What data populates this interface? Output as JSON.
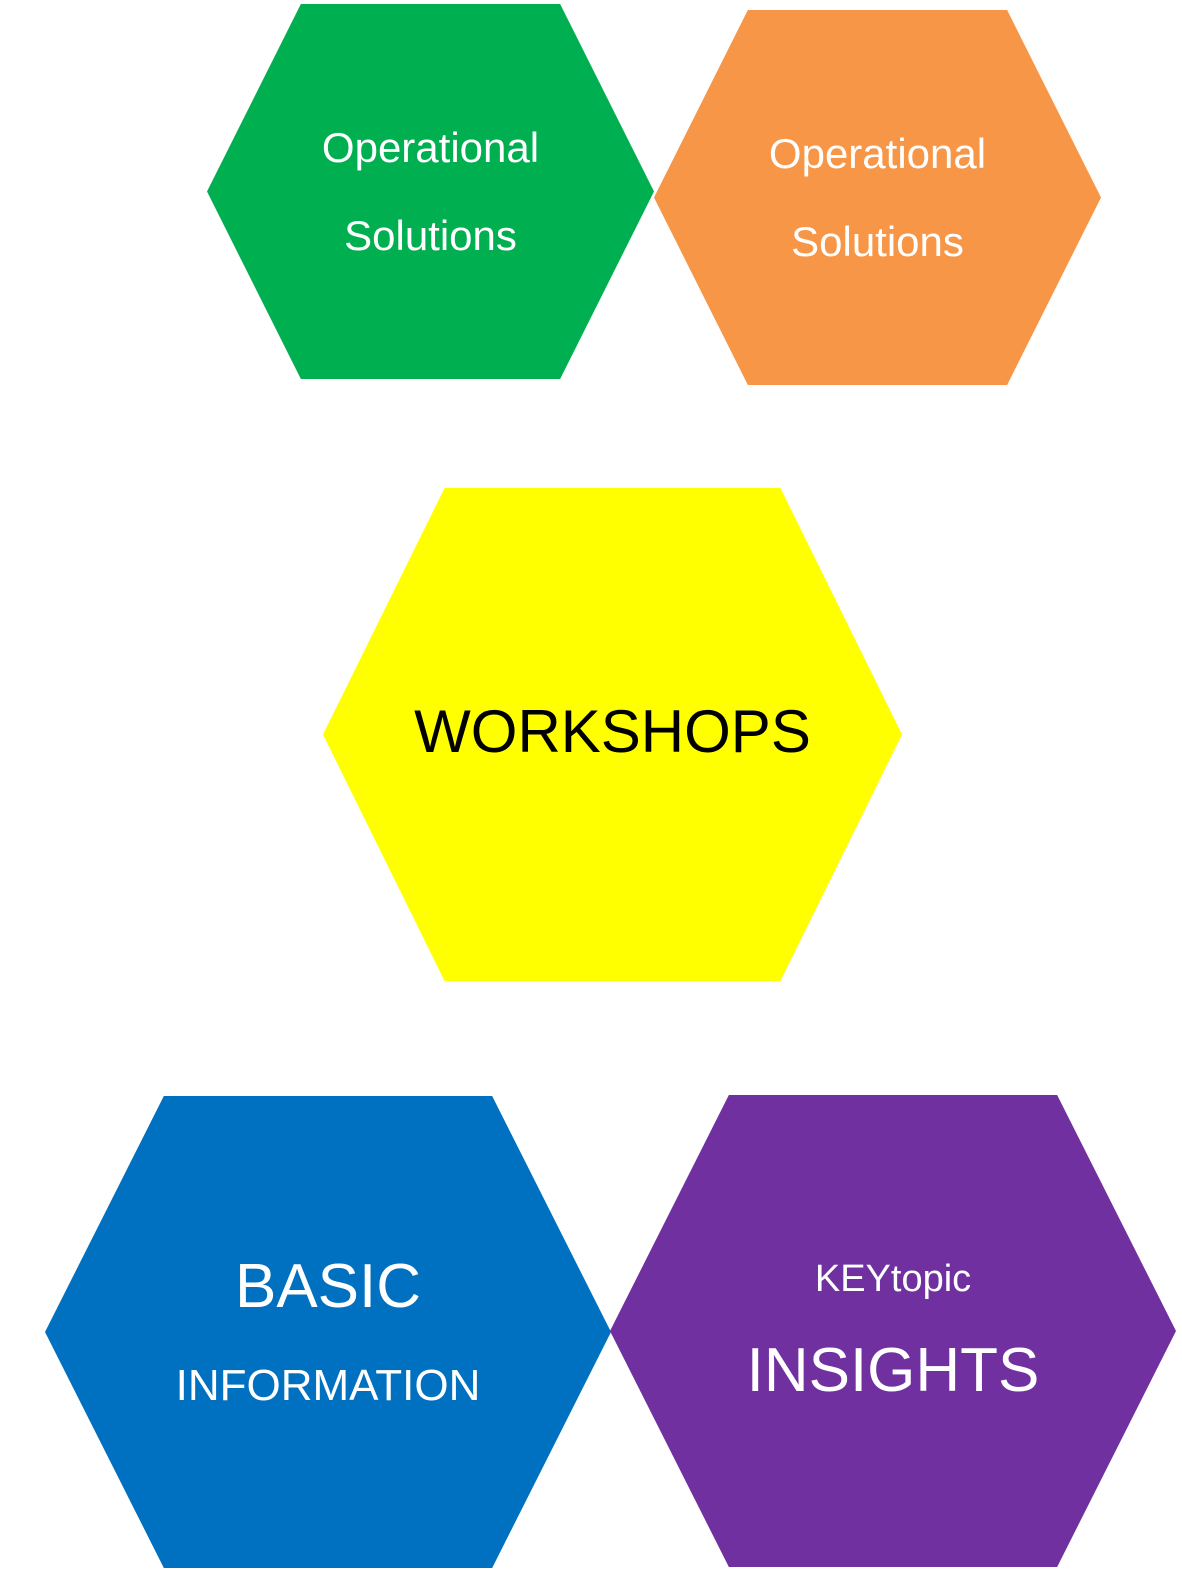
{
  "colors": {
    "green": "#00b050",
    "orange": "#f79646",
    "yellow": "#ffff00",
    "blue": "#0070c0",
    "purple": "#7030a0",
    "light_text": "#ffffff",
    "dark_text": "#000000"
  },
  "hexagons": {
    "green": {
      "line1": "Operational",
      "line2": "Solutions"
    },
    "orange": {
      "line1": "Operational",
      "line2": "Solutions"
    },
    "yellow": {
      "line1": "WORKSHOPS"
    },
    "blue": {
      "line1": "BASIC",
      "line2": "INFORMATION"
    },
    "purple": {
      "line1": "KEYtopic",
      "line2": "INSIGHTS"
    }
  }
}
